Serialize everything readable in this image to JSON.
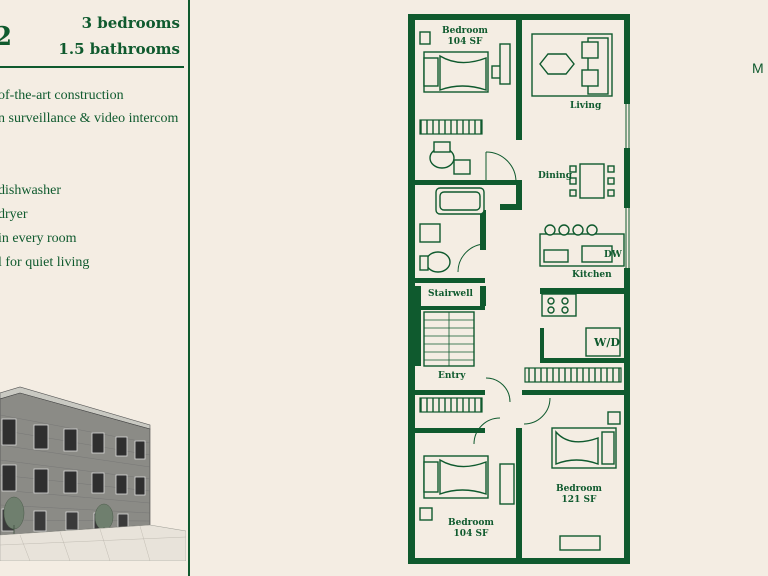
{
  "unit": {
    "number": "2"
  },
  "specs": {
    "bedrooms": "3 bedrooms",
    "bathrooms": "1.5 bathrooms"
  },
  "features": [
    "of-the-art construction",
    "n surveillance & video intercom",
    "dishwasher",
    "dryer",
    "in every room",
    "l for quiet living"
  ],
  "rooms": {
    "bedroom_top": {
      "name": "Bedroom",
      "size": "104 SF"
    },
    "living": "Living",
    "dining": "Dining",
    "kitchen": "Kitchen",
    "dishwasher_tag": "DW",
    "stairwell": "Stairwell",
    "washer_dryer_tag": "W/D",
    "entry": "Entry",
    "bedroom_right": {
      "name": "Bedroom",
      "size": "121 SF"
    },
    "bedroom_bottom": {
      "name": "Bedroom",
      "size": "104 SF"
    }
  },
  "brand": "M",
  "colors": {
    "accent": "#0f5a2e",
    "background": "#f4ede3"
  }
}
